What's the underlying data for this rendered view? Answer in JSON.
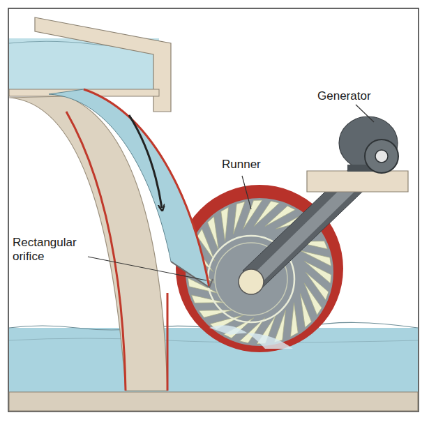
{
  "diagram": {
    "labels": [
      "Generator",
      "Runner",
      "Rectangular orifice"
    ]
  }
}
